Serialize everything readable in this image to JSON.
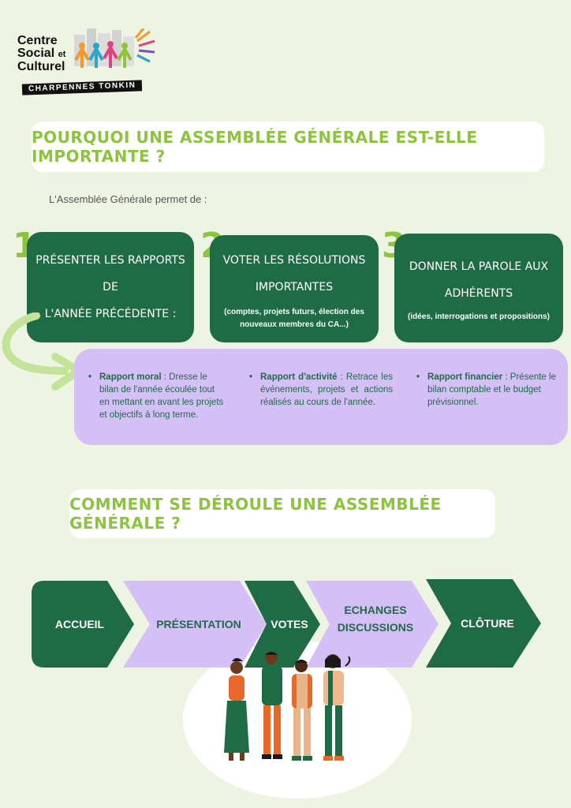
{
  "logo": {
    "line1": "Centre",
    "line2a": "Social",
    "line2b": "et",
    "line3": "Culturel",
    "band": "CHARPENNES TONKIN"
  },
  "section1": {
    "title": "Pourquoi une assemblée générale est-elle importante ?",
    "intro": "L'Assemblée Générale permet de :"
  },
  "cards": [
    {
      "number": "1",
      "title_l1": "Présenter les rapports de",
      "title_l2": "l'année précédente :",
      "sub_l1": "",
      "sub_l2": ""
    },
    {
      "number": "2",
      "title_l1": "Voter les résolutions",
      "title_l2": "importantes",
      "sub_l1": "(comptes, projets futurs, élection des",
      "sub_l2": "nouveaux membres du CA...)"
    },
    {
      "number": "3",
      "title_l1": "Donner la parole aux",
      "title_l2": "adhérents",
      "sub_l1": "(idées, interrogations et propositions)",
      "sub_l2": ""
    }
  ],
  "reports": [
    {
      "label": "Rapport moral",
      "text": " : Dresse le bilan de l'année écoulée tout en mettant en avant les projets et objectifs à long terme."
    },
    {
      "label": "Rapport d'activité",
      "text": " : Retrace les événements, projets et actions réalisés au cours de l'année."
    },
    {
      "label": "Rapport financier",
      "text": " : Présente le bilan comptable et le budget prévisionnel."
    }
  ],
  "section2": {
    "title": "Comment se déroule une assemblée générale ?"
  },
  "steps": [
    {
      "l1": "ACCUEIL",
      "l2": ""
    },
    {
      "l1": "PRÉSENTATION",
      "l2": ""
    },
    {
      "l1": "VOTES",
      "l2": ""
    },
    {
      "l1": "ECHANGES",
      "l2": "DISCUSSIONS"
    },
    {
      "l1": "CLÔTURE",
      "l2": ""
    }
  ],
  "colors": {
    "background": "#eef4e2",
    "dark_green": "#1e6b45",
    "light_green": "#8cc43c",
    "lavender": "#d4c0f7"
  },
  "icons": [
    "logo-people-icon",
    "curved-arrow-icon",
    "people-group-illustration"
  ]
}
